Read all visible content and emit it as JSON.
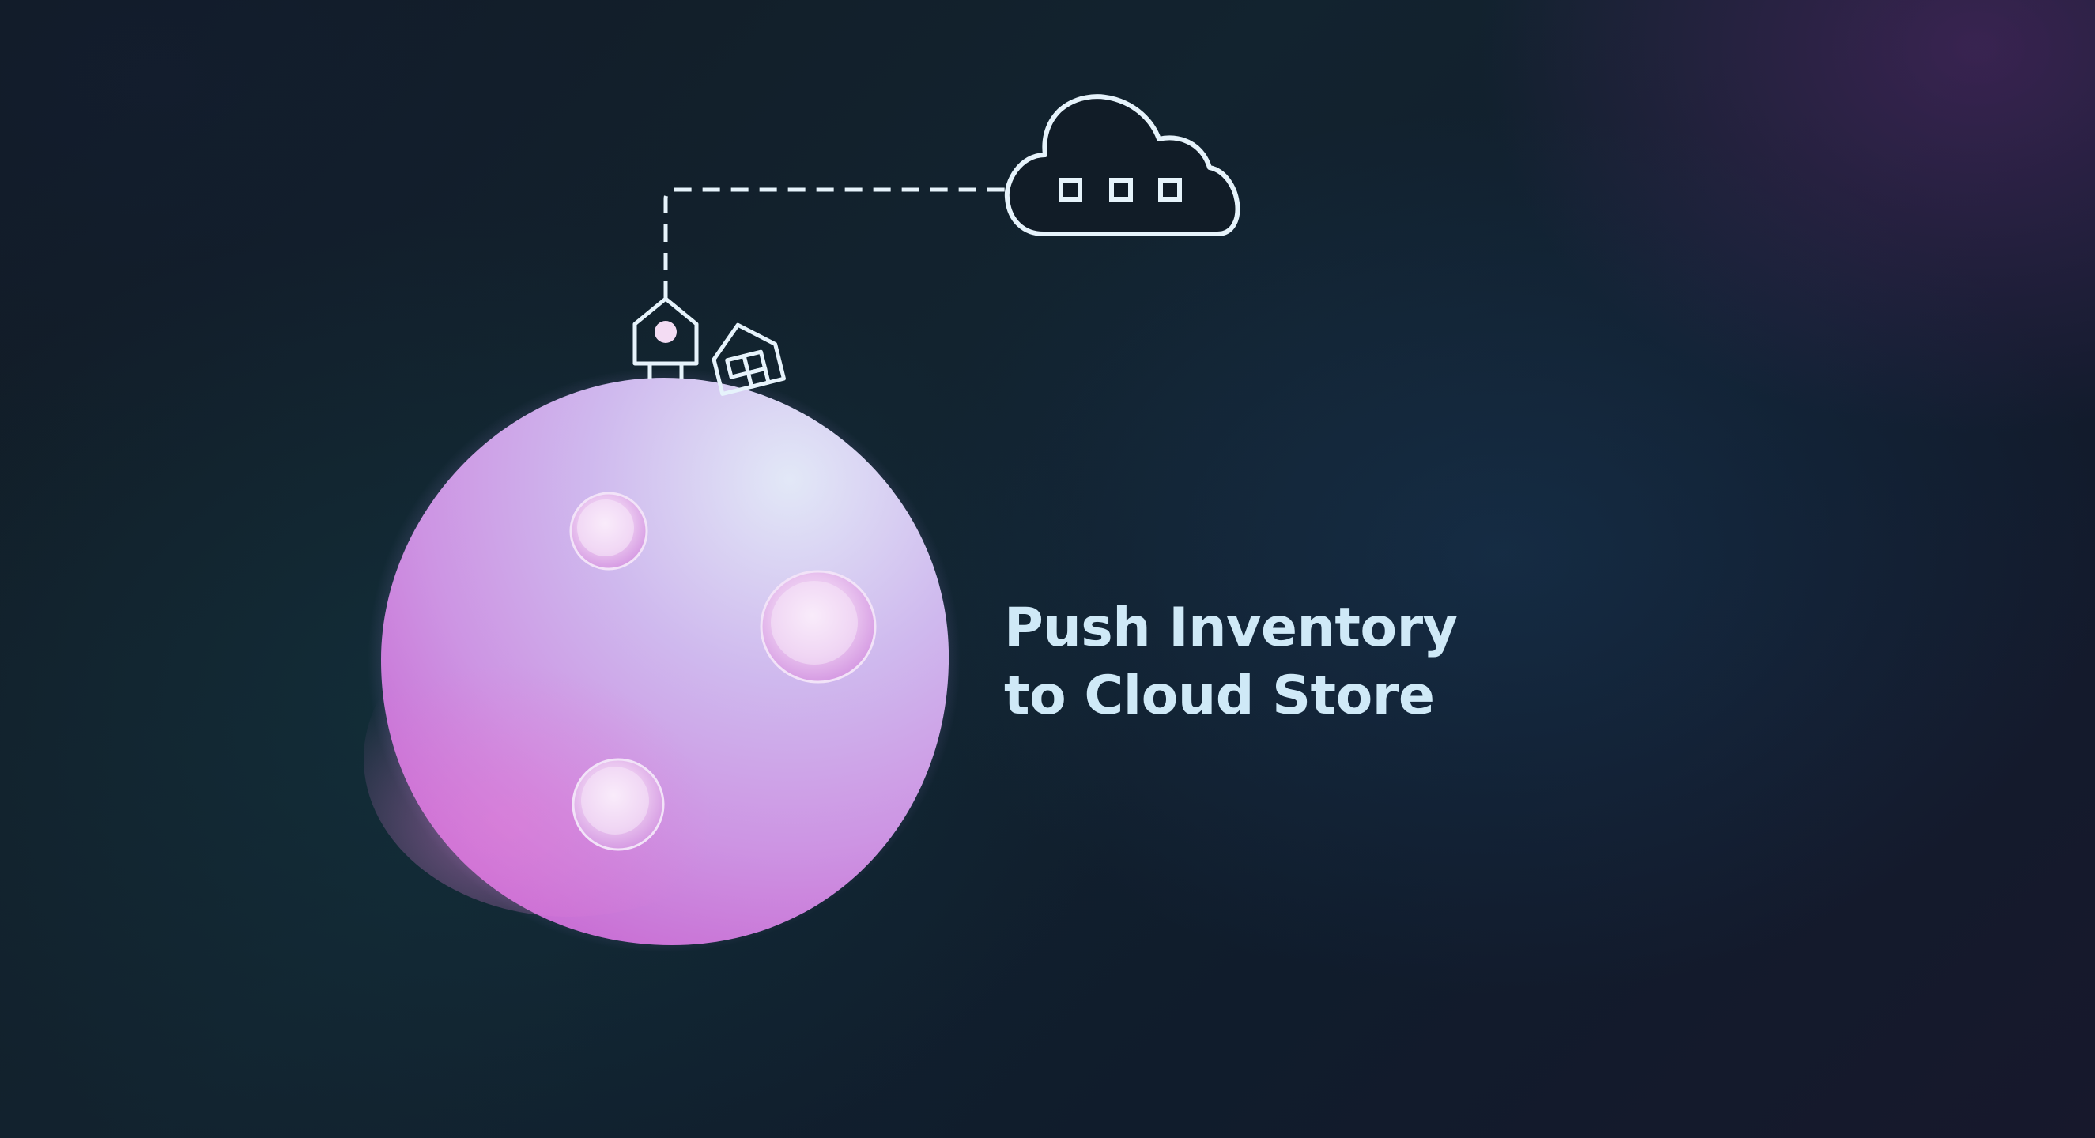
{
  "headline": {
    "line1": "Push Inventory",
    "line2": "to Cloud Store"
  },
  "illustration": {
    "planet_icon": "planet-icon",
    "beacon_icon": "beacon-icon",
    "warehouse_icon": "warehouse-icon",
    "cloud_icon": "cloud-icon",
    "connector": "dashed-connector-line"
  },
  "colors": {
    "background": "#101c28",
    "headline_text": "#cfe9f7",
    "line_art": "#e6f3fb",
    "planet_light": "#dfe4f6",
    "planet_mid": "#c99ce6",
    "planet_dark": "#c65fd0"
  }
}
